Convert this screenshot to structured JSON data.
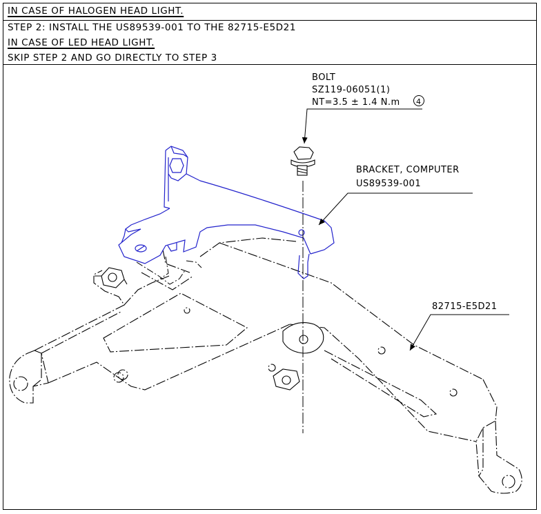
{
  "notes": {
    "halogen_heading": "IN CASE OF HALOGEN HEAD LIGHT.",
    "halogen_step": "STEP 2: INSTALL THE US89539-001 TO THE 82715-E5D21",
    "led_heading": "IN CASE OF LED HEAD LIGHT.",
    "led_step": "SKIP STEP 2 AND GO DIRECTLY TO STEP 3"
  },
  "callouts": {
    "bolt": {
      "name": "BOLT",
      "part_number": "SZ119-06051(1)",
      "torque": "NT=3.5 ± 1.4 N.m",
      "torque_symbol": "4"
    },
    "bracket": {
      "name": "BRACKET, COMPUTER",
      "part_number": "US89539-001"
    },
    "base": {
      "part_number": "82715-E5D21"
    }
  },
  "colors": {
    "line": "#000000",
    "highlight": "#2222cc"
  }
}
